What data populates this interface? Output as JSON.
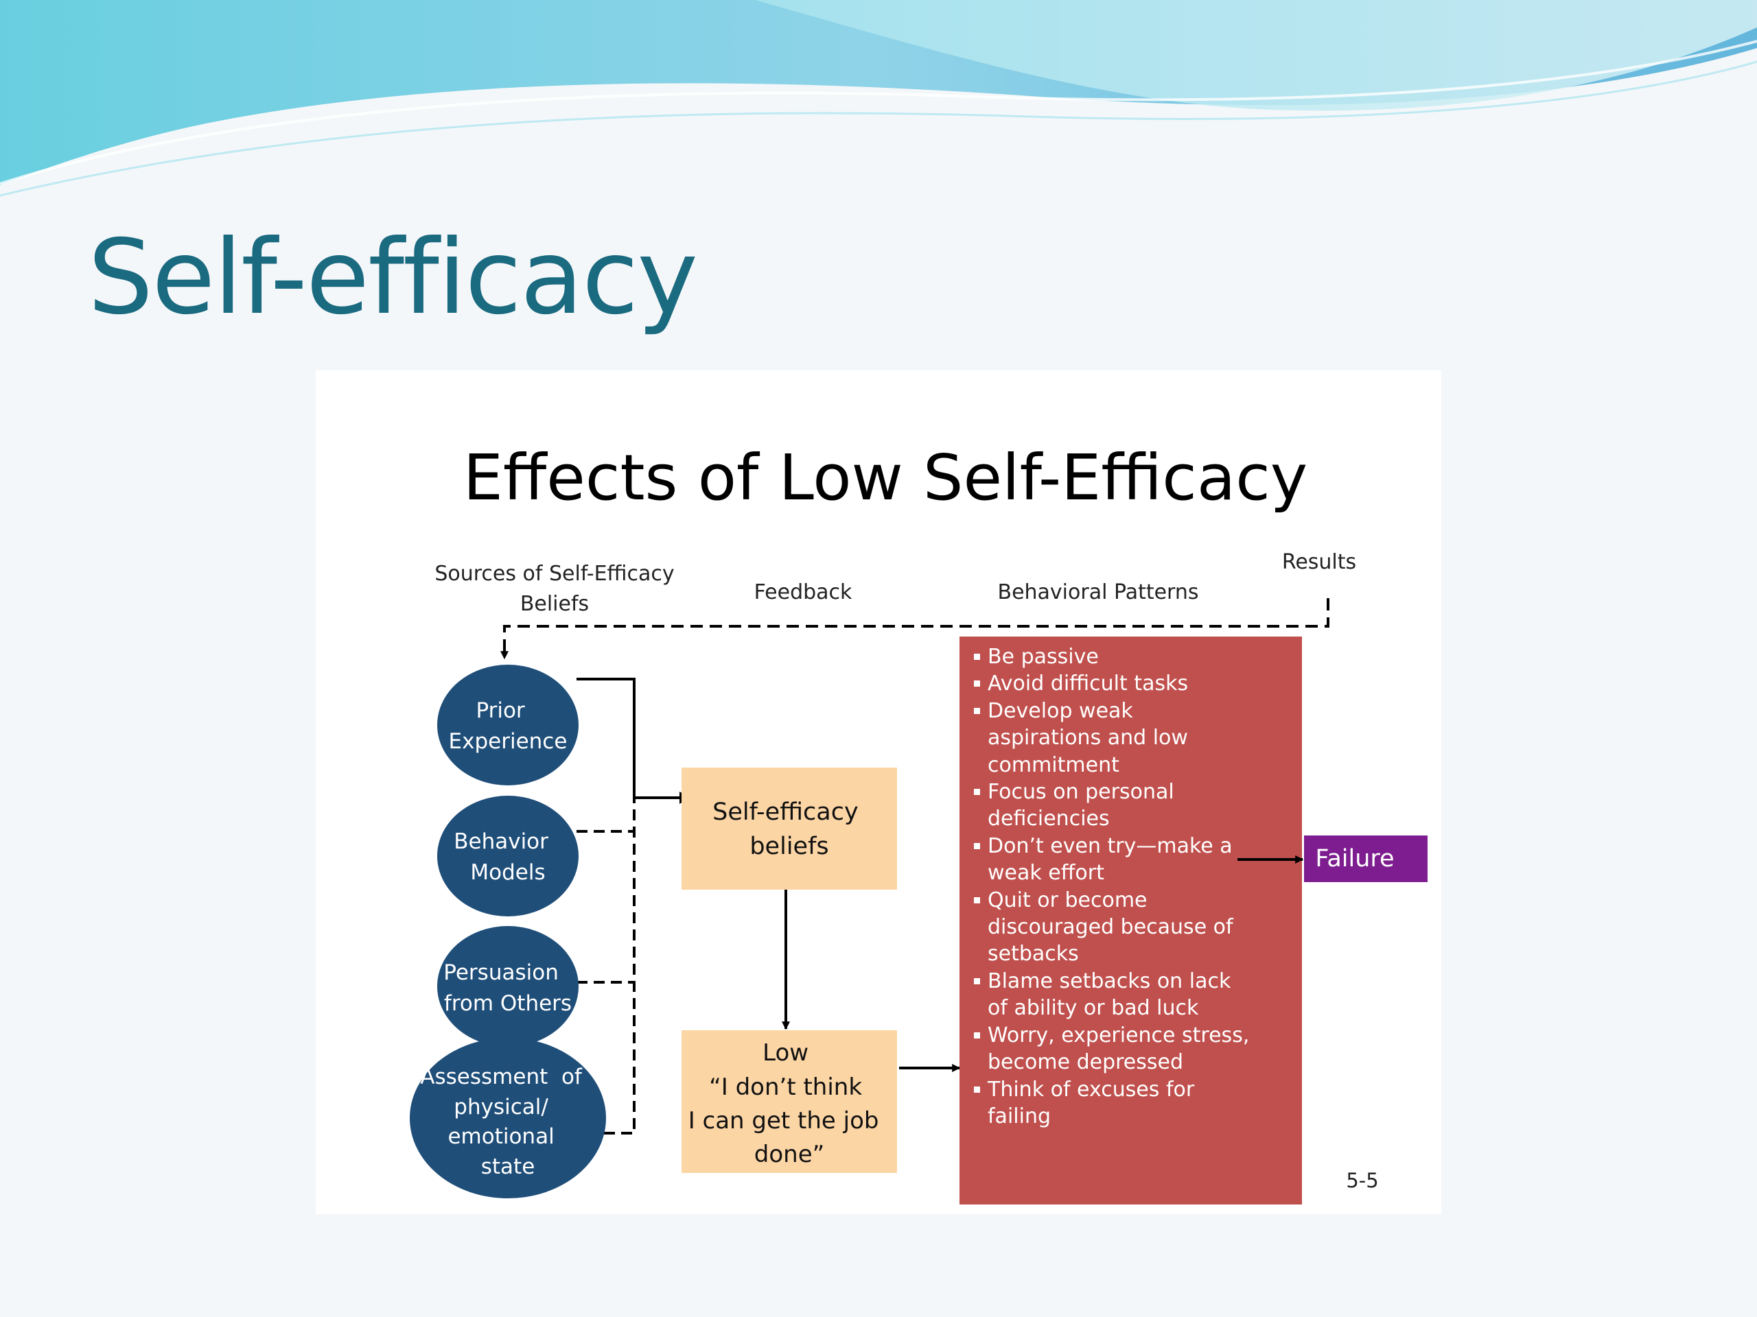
{
  "slide": {
    "title": "Self-efficacy"
  },
  "figure": {
    "title": "Effects of Low Self-Efficacy",
    "column_labels": {
      "sources": [
        "Sources of Self-Efficacy",
        "Beliefs"
      ],
      "feedback": "Feedback",
      "behavioral": "Behavioral Patterns",
      "results": "Results"
    },
    "sources": [
      {
        "id": "prior",
        "lines": [
          "Prior",
          "Experience"
        ]
      },
      {
        "id": "models",
        "lines": [
          "Behavior",
          "Models"
        ]
      },
      {
        "id": "persuasion",
        "lines": [
          "Persuasion",
          "from Others"
        ]
      },
      {
        "id": "assessment",
        "lines": [
          "Assessment  of",
          "physical/",
          "emotional",
          "state"
        ]
      }
    ],
    "beliefs_box": {
      "lines": [
        "Self-efficacy",
        "beliefs"
      ]
    },
    "low_box": {
      "lines": [
        "Low",
        "“I don’t think",
        "I can get the job",
        "done”"
      ]
    },
    "behaviors": [
      "Be passive",
      "Avoid difficult tasks",
      "Develop weak aspirations and low commitment",
      "Focus on personal deficiencies",
      "Don’t even try—make a weak effort",
      "Quit or become discouraged because of setbacks",
      "Blame setbacks on lack of ability or bad luck",
      "Worry, experience stress, become depressed",
      "Think of excuses for failing"
    ],
    "result": "Failure",
    "page_number": "5-5",
    "colors": {
      "title": "#1a6a80",
      "circle": "#1f4e79",
      "box": "#fcd5a5",
      "behavior_box": "#c0504d",
      "result_box": "#7d1d8f"
    }
  }
}
